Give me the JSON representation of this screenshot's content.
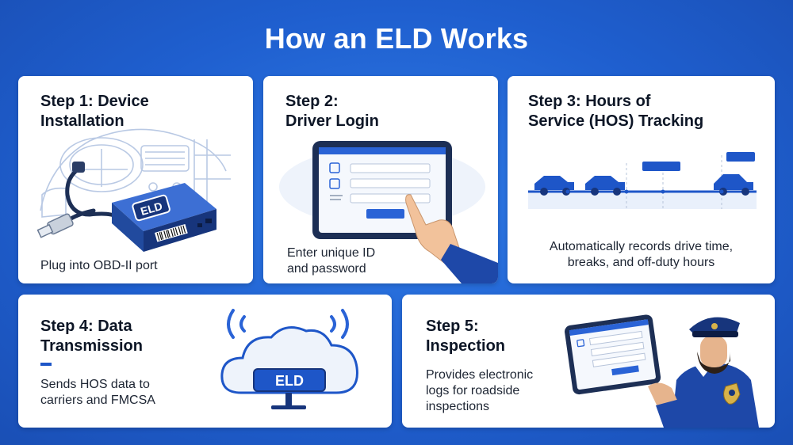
{
  "page": {
    "title": "How an ELD Works"
  },
  "steps": [
    {
      "title_line1": "Step 1: Device",
      "title_line2": "Installation",
      "desc": "Plug into OBD-II port",
      "badge": "ELD"
    },
    {
      "title_line1": "Step 2:",
      "title_line2": "Driver Login",
      "desc_line1": "Enter unique ID",
      "desc_line2": "and password"
    },
    {
      "title_line1": "Step 3: Hours of",
      "title_line2": "Service (HOS) Tracking",
      "desc_line1": "Automatically records drive time,",
      "desc_line2": "breaks, and off-duty hours"
    },
    {
      "title_line1": "Step 4: Data",
      "title_line2": "Transmission",
      "desc_line1": "Sends HOS data to",
      "desc_line2": "carriers and FMCSA",
      "badge": "ELD"
    },
    {
      "title_line1": "Step 5:",
      "title_line2": "Inspection",
      "desc_line1": "Provides electronic",
      "desc_line2": "logs for roadside",
      "desc_line3": "inspections"
    }
  ],
  "colors": {
    "background": "#1f5fcf",
    "card": "#ffffff",
    "accent": "#1e56c8",
    "dark_blue": "#17357c",
    "line_art": "#b9c9e4"
  },
  "icons": [
    "obd-cable-icon",
    "eld-device-icon",
    "tablet-icon",
    "hand-pointer-icon",
    "truck-icon",
    "cloud-icon",
    "wifi-signal-icon",
    "officer-icon",
    "badge-icon"
  ]
}
